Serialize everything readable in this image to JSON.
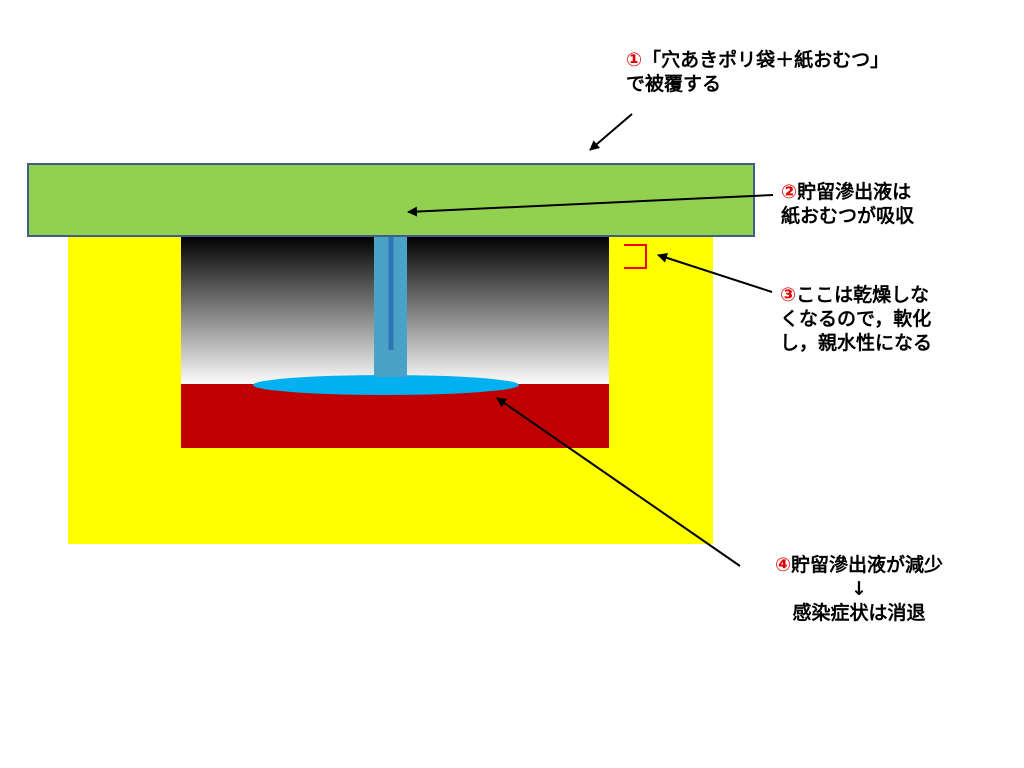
{
  "colors": {
    "pocket_yellow": "#ffff00",
    "cover_green": "#92d050",
    "cover_border": "#3f5e8f",
    "wound_red": "#c00000",
    "exudate_blue": "#00b0f0",
    "arrow_blue": "#4aa3c7",
    "arrow_head": "#2e75b6",
    "marker_red": "#ff0000",
    "number_red": "#e00000"
  },
  "labels": {
    "step1": {
      "num": "①",
      "line1": "「穴あきポリ袋＋紙おむつ」",
      "line2": "で被覆する"
    },
    "step2": {
      "num": "②",
      "line1": "貯留滲出液は",
      "line2": "紙おむつが吸収"
    },
    "step3": {
      "num": "③",
      "line1": "ここは乾燥しな",
      "line2": "くなるので，軟化",
      "line3": "し，親水性になる"
    },
    "step4": {
      "num": "④",
      "line1": "貯留滲出液が減少",
      "line2": "↓",
      "line3": "感染症状は消退"
    }
  }
}
